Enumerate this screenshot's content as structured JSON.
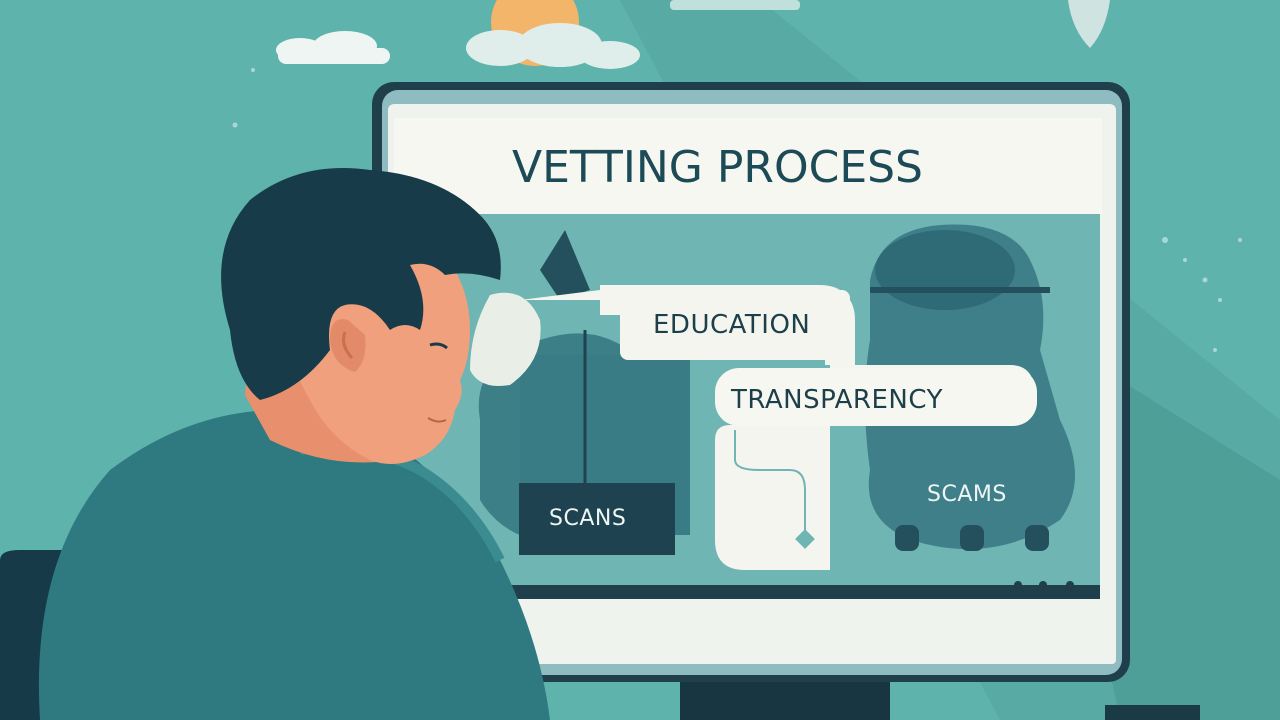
{
  "screen": {
    "title": "VETTING PROCESS",
    "labels": {
      "education": "EDUCATION",
      "transparency": "TRANSPARENCY",
      "scans": "SCANS",
      "scams": "SCAMS"
    }
  },
  "colors": {
    "background": "#5fb3ad",
    "monitor_frame": "#1f3f4c",
    "screen_light": "#eef3ee",
    "title_text": "#1c4a57",
    "man_hair": "#173b49",
    "man_skin": "#f0a07c",
    "man_shirt": "#2f7a80",
    "chair": "#163a47"
  }
}
